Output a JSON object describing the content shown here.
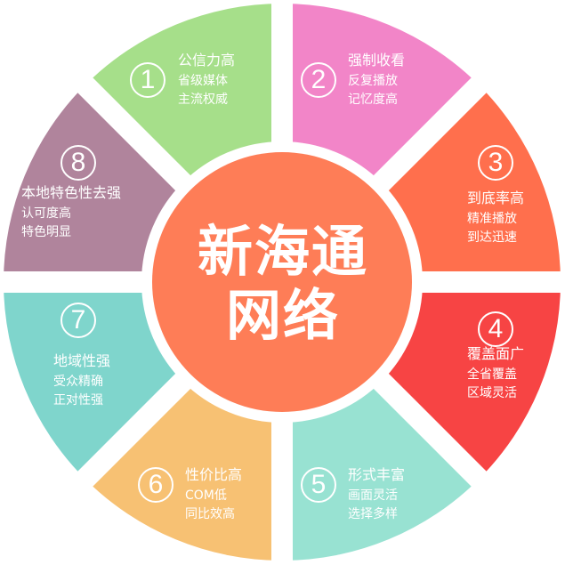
{
  "center": {
    "line1": "新海通",
    "line2": "网络",
    "color": "#FE7D57"
  },
  "segments": [
    {
      "num": "1",
      "title": "公信力高",
      "lines": [
        "省级媒体",
        "主流权威"
      ],
      "color": "#A6DF8A"
    },
    {
      "num": "2",
      "title": "强制收看",
      "lines": [
        "反复播放",
        "记忆度高"
      ],
      "color": "#F285C8"
    },
    {
      "num": "3",
      "title": "到底率高",
      "lines": [
        "精准播放",
        "到达迅速"
      ],
      "color": "#FF6F4D"
    },
    {
      "num": "4",
      "title": "覆盖面广",
      "lines": [
        "全省覆盖",
        "区域灵活"
      ],
      "color": "#F74444"
    },
    {
      "num": "5",
      "title": "形式丰富",
      "lines": [
        "画面灵活",
        "选择多样"
      ],
      "color": "#98E2D2"
    },
    {
      "num": "6",
      "title": "性价比高",
      "lines": [
        "COM低",
        "同比效高"
      ],
      "color": "#F7C173"
    },
    {
      "num": "7",
      "title": "地域性强",
      "lines": [
        "受众精确",
        "正对性强"
      ],
      "color": "#7FD5CC"
    },
    {
      "num": "8",
      "title": "本地特色性去强",
      "lines": [
        "认可度高",
        "特色明显"
      ],
      "color": "#B0849C"
    }
  ]
}
